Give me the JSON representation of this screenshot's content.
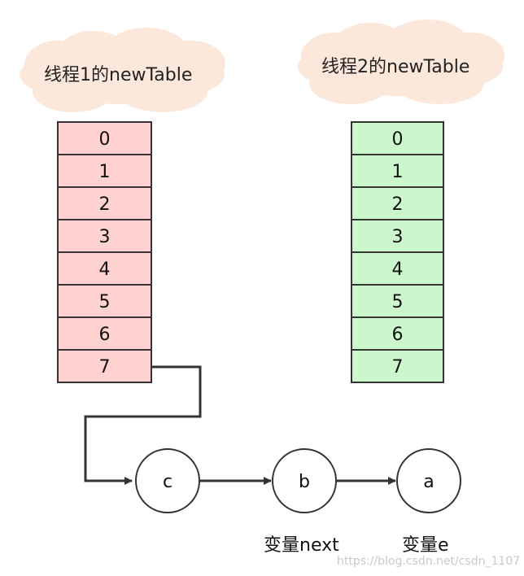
{
  "clouds": [
    {
      "label": "线程1的newTable"
    },
    {
      "label": "线程2的newTable"
    }
  ],
  "table_left": {
    "fill": "#ffd1d1",
    "cells": [
      "0",
      "1",
      "2",
      "3",
      "4",
      "5",
      "6",
      "7"
    ]
  },
  "table_right": {
    "fill": "#ccf7cc",
    "cells": [
      "0",
      "1",
      "2",
      "3",
      "4",
      "5",
      "6",
      "7"
    ]
  },
  "nodes": [
    {
      "label": "c"
    },
    {
      "label": "b"
    },
    {
      "label": "a"
    }
  ],
  "captions": {
    "b": "变量next",
    "a": "变量e"
  },
  "watermark": "https://blog.csdn.net/csdn_1107",
  "colors": {
    "cloud_fill": "#fce8da",
    "stroke": "#333333"
  }
}
